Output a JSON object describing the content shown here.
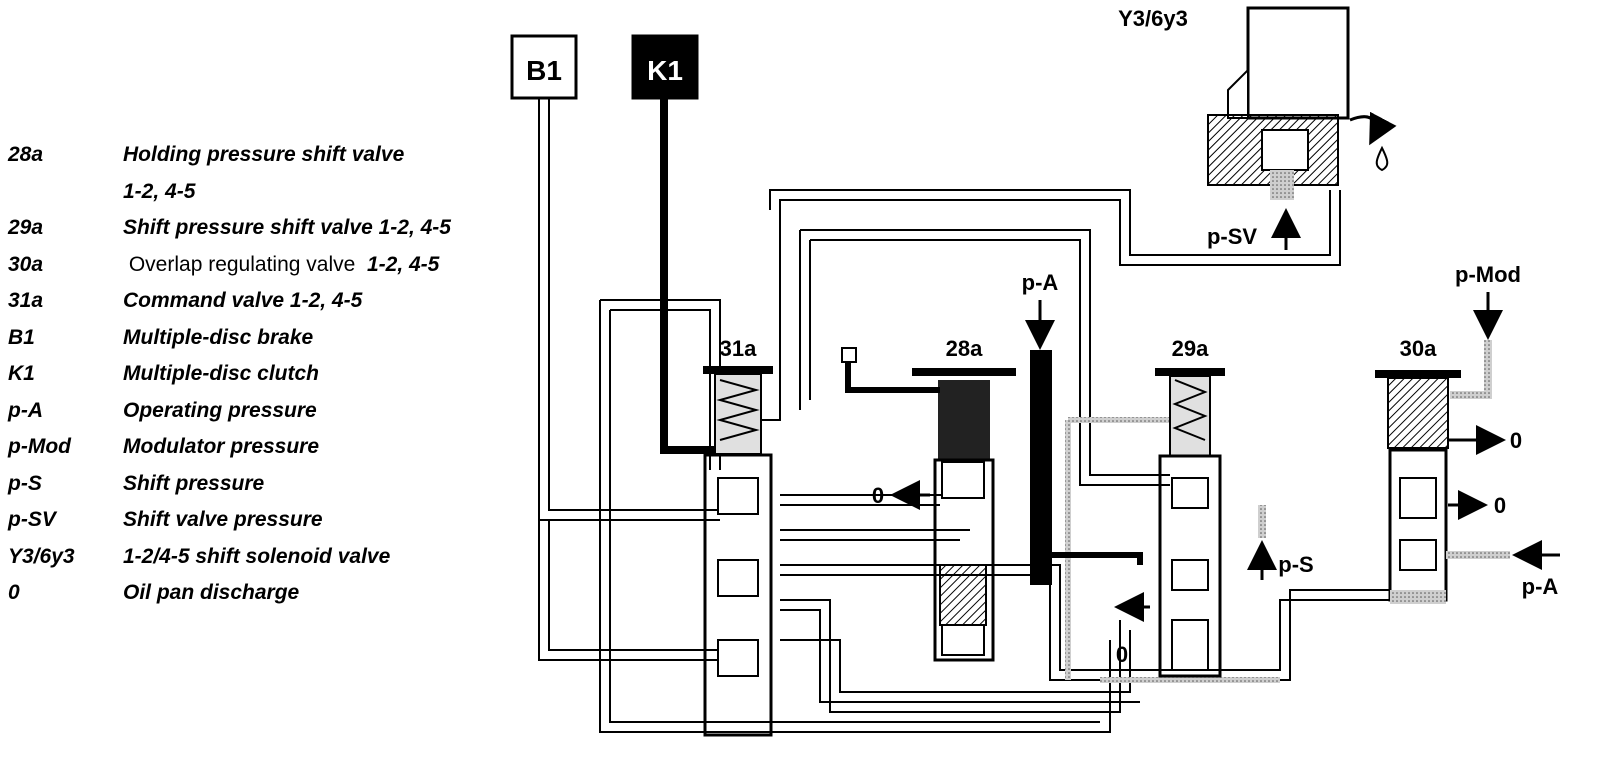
{
  "legend": [
    {
      "code": "28a",
      "desc": "Holding pressure shift valve",
      "desc2": "1-2, 4-5"
    },
    {
      "code": "29a",
      "desc": "Shift pressure shift valve 1-2, 4-5"
    },
    {
      "code": "30a",
      "desc": "Overlap regulating valve",
      "desc_suffix": "1-2, 4-5"
    },
    {
      "code": "31a",
      "desc": "Command valve 1-2, 4-5"
    },
    {
      "code": "B1",
      "desc": "Multiple-disc brake"
    },
    {
      "code": "K1",
      "desc": "Multiple-disc clutch"
    },
    {
      "code": "p-A",
      "desc": "Operating pressure"
    },
    {
      "code": "p-Mod",
      "desc": "Modulator pressure"
    },
    {
      "code": "p-S",
      "desc": "Shift pressure"
    },
    {
      "code": "p-SV",
      "desc": "Shift valve pressure"
    },
    {
      "code": "Y3/6y3",
      "desc": "1-2/4-5 shift solenoid valve"
    },
    {
      "code": "0",
      "desc": "Oil pan discharge"
    }
  ],
  "diagram": {
    "box_b1": "B1",
    "box_k1": "K1",
    "solenoid_label": "Y3/6y3",
    "label_31a": "31a",
    "label_28a": "28a",
    "label_29a": "29a",
    "label_30a": "30a",
    "label_pA_top": "p-A",
    "label_pA_right": "p-A",
    "label_pMod": "p-Mod",
    "label_pSV": "p-SV",
    "label_pS": "p-S",
    "discharge": "0"
  }
}
